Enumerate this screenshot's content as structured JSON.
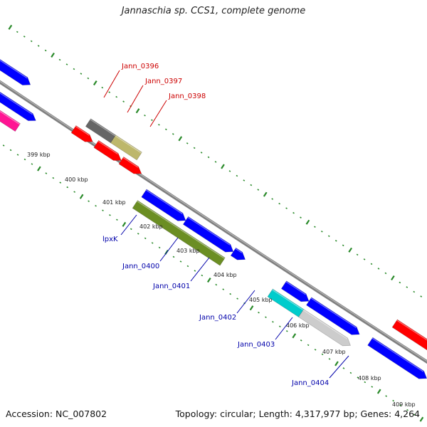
{
  "title": "Jannaschia sp. CCS1, complete genome",
  "accession": "Accession: NC_007802",
  "summary": "Topology: circular; Length: 4,317,977 bp; Genes: 4,264",
  "colors": {
    "backbone": "#808080",
    "tick": "#2a8a2a",
    "forward_label": "#cc0000",
    "reverse_label": "#0000aa"
  },
  "kbp_labels": [
    "399 kbp",
    "400 kbp",
    "401 kbp",
    "402 kbp",
    "403 kbp",
    "404 kbp",
    "405 kbp",
    "406 kbp",
    "407 kbp",
    "408 kbp",
    "409 kbp"
  ],
  "forward_genes": [
    {
      "name": "Jann_0396",
      "color": "#666666"
    },
    {
      "name": "Jann_0397",
      "color": "#bdb76b"
    },
    {
      "name": "Jann_0398",
      "color": "#ff0000"
    }
  ],
  "reverse_genes": [
    {
      "name": "lpxK",
      "color": "#6b8e23"
    },
    {
      "name": "Jann_0400",
      "color": "#0000ff"
    },
    {
      "name": "Jann_0401",
      "color": "#0000ff"
    },
    {
      "name": "Jann_0402",
      "color": "#00cccc"
    },
    {
      "name": "Jann_0403",
      "color": "#cccccc"
    },
    {
      "name": "Jann_0404",
      "color": "#0000ff"
    }
  ]
}
